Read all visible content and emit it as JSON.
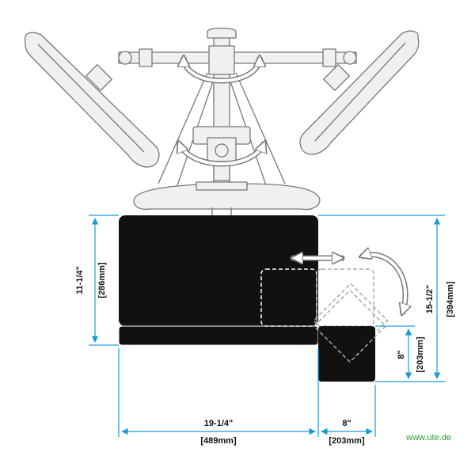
{
  "colors": {
    "dimension_line": "#1a9ad6",
    "tray": "#111111",
    "sketch_stroke": "#777777",
    "sketch_fill": "#f0f0f0",
    "ghost_stroke": "#aaaaaa",
    "source_text": "#2aa02a"
  },
  "dimensions": {
    "left_height_in": "11-1/4\"",
    "left_height_mm": "[286mm]",
    "right_height_in": "15-1/2\"",
    "right_height_mm": "[394mm]",
    "mouse_height_in": "8\"",
    "mouse_height_mm": "[203mm]",
    "keyboard_width_in": "19-1/4\"",
    "keyboard_width_mm": "[489mm]",
    "mouse_width_in": "8\"",
    "mouse_width_mm": "[203mm]"
  },
  "source": "www.ute.de"
}
